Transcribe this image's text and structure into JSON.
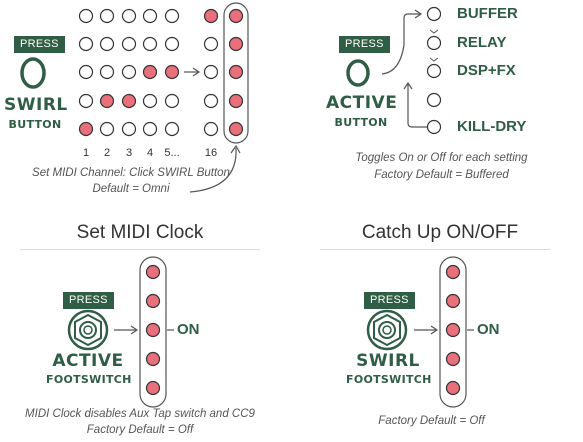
{
  "colors": {
    "led_on": "#e8707a",
    "led_off": "#ffffff",
    "stroke": "#333333",
    "brand_green": "#2f5d45"
  },
  "midi_channel": {
    "press_label": "PRESS",
    "button_name_line1": "SWIRL",
    "button_name_line2": "BUTTON",
    "channel_labels": [
      "1",
      "2",
      "3",
      "4",
      "5...",
      "16"
    ],
    "caption_line1": "Set MIDI Channel: Click SWIRL Button",
    "caption_line2": "Default = Omni"
  },
  "bypass_mode": {
    "press_label": "PRESS",
    "button_name_line1": "ACTIVE",
    "button_name_line2": "BUTTON",
    "options": [
      "BUFFER",
      "RELAY",
      "DSP+FX",
      "KILL-DRY"
    ],
    "caption_line1": "Toggles On or Off for each setting",
    "caption_line2": "Factory Default = Buffered"
  },
  "midi_clock": {
    "heading": "Set MIDI Clock",
    "press_label": "PRESS",
    "switch_name_line1": "ACTIVE",
    "switch_name_line2": "FOOTSWITCH",
    "on_label": "ON",
    "caption_line1": "MIDI Clock disables Aux Tap switch and CC9",
    "caption_line2": "Factory Default = Off"
  },
  "catch_up": {
    "heading": "Catch Up ON/OFF",
    "press_label": "PRESS",
    "switch_name_line1": "SWIRL",
    "switch_name_line2": "FOOTSWITCH",
    "on_label": "ON",
    "caption_line1": "Factory Default = Off"
  }
}
